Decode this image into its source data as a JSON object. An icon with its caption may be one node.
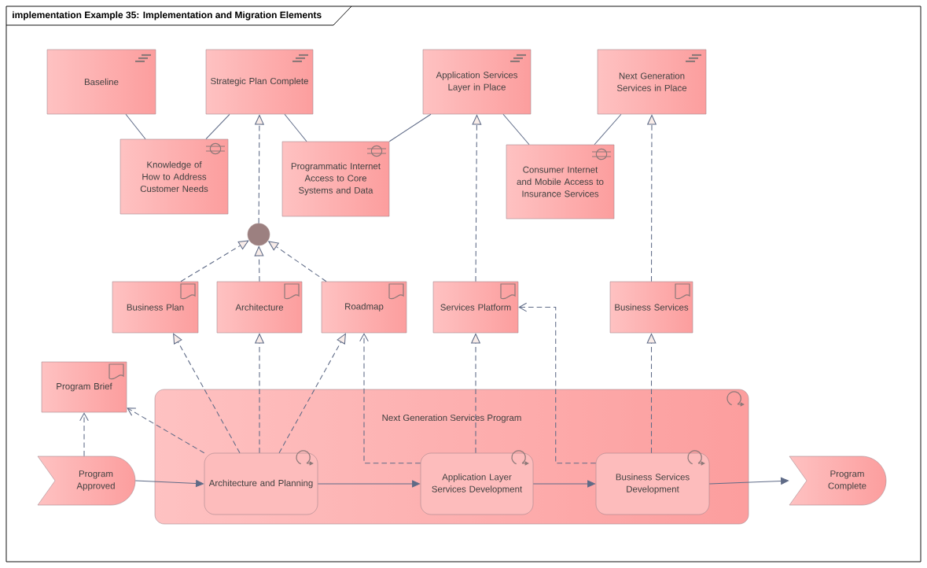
{
  "diagram": {
    "title": "implementation Example 35: Implementation and Migration Elements",
    "nodes": [
      {
        "text": [
          "Baseline"
        ]
      },
      {
        "text": [
          "Strategic Plan Complete"
        ]
      },
      {
        "text": [
          "Application Services Layer in Place"
        ]
      },
      {
        "text": [
          "Next Generation Services in Place"
        ]
      },
      {
        "text": [
          "Knowledge of How to Address Customer Needs"
        ]
      },
      {
        "text": [
          "Programmatic Internet Access to Core Systems and Data"
        ]
      },
      {
        "text": [
          "Consumer Internet and Mobile Access to Insurance Services"
        ]
      },
      {
        "text": [],
        "shape": "circle"
      },
      {
        "text": [
          "Business Plan"
        ]
      },
      {
        "text": [
          "Architecture"
        ]
      },
      {
        "text": [
          "Roadmap"
        ]
      },
      {
        "text": [
          "Services Platform"
        ]
      },
      {
        "text": [
          "Business Services"
        ]
      },
      {
        "text": [
          "Program Brief"
        ]
      },
      {
        "text": [
          "Next Generation Services Program"
        ]
      },
      {
        "text": [
          "Program Approved"
        ]
      },
      {
        "text": [
          "Architecture and Planning"
        ],
        "in": 14
      },
      {
        "text": [
          "Application Layer Services Development"
        ],
        "in": 14
      },
      {
        "text": [
          "Business Services Development"
        ],
        "in": 14
      },
      {
        "text": [
          "Program Complete"
        ]
      }
    ],
    "edges": [
      {
        "from": 0,
        "to": 4,
        "arrow": "none"
      },
      {
        "from": 1,
        "to": 4,
        "arrow": "none"
      },
      {
        "from": 1,
        "to": 5,
        "arrow": "none"
      },
      {
        "from": 2,
        "to": 5,
        "arrow": "none"
      },
      {
        "from": 2,
        "to": 6,
        "arrow": "none"
      },
      {
        "from": 3,
        "to": 6,
        "arrow": "none"
      },
      {
        "from": 7,
        "to": 1,
        "arrow": "to",
        "style": "dashed"
      },
      {
        "from": 8,
        "to": 7,
        "arrow": "to",
        "style": "dashed"
      },
      {
        "from": 9,
        "to": 7,
        "arrow": "to",
        "style": "dashed"
      },
      {
        "from": 10,
        "to": 7,
        "arrow": "to",
        "style": "dashed"
      },
      {
        "from": 11,
        "to": 2,
        "arrow": "to",
        "style": "dashed"
      },
      {
        "from": 12,
        "to": 3,
        "arrow": "to",
        "style": "dashed"
      },
      {
        "from": 16,
        "to": 8,
        "arrow": "to",
        "style": "dashed"
      },
      {
        "from": 16,
        "to": 9,
        "arrow": "to",
        "style": "dashed"
      },
      {
        "from": 16,
        "to": 10,
        "arrow": "to",
        "style": "dashed"
      },
      {
        "from": 17,
        "to": 11,
        "arrow": "to",
        "style": "dashed"
      },
      {
        "from": 18,
        "to": 12,
        "arrow": "to",
        "style": "dashed"
      },
      {
        "from": 15,
        "to": 13,
        "arrow": "to",
        "style": "dashed"
      },
      {
        "from": 16,
        "to": 13,
        "arrow": "to",
        "style": "dashed"
      },
      {
        "from": 17,
        "to": 10,
        "arrow": "to",
        "style": "dashed"
      },
      {
        "from": 18,
        "to": 11,
        "arrow": "to",
        "style": "dashed"
      },
      {
        "from": 15,
        "to": 16,
        "arrow": "to"
      },
      {
        "from": 16,
        "to": 17,
        "arrow": "to"
      },
      {
        "from": 17,
        "to": 18,
        "arrow": "to"
      },
      {
        "from": 18,
        "to": 19,
        "arrow": "to"
      }
    ]
  }
}
